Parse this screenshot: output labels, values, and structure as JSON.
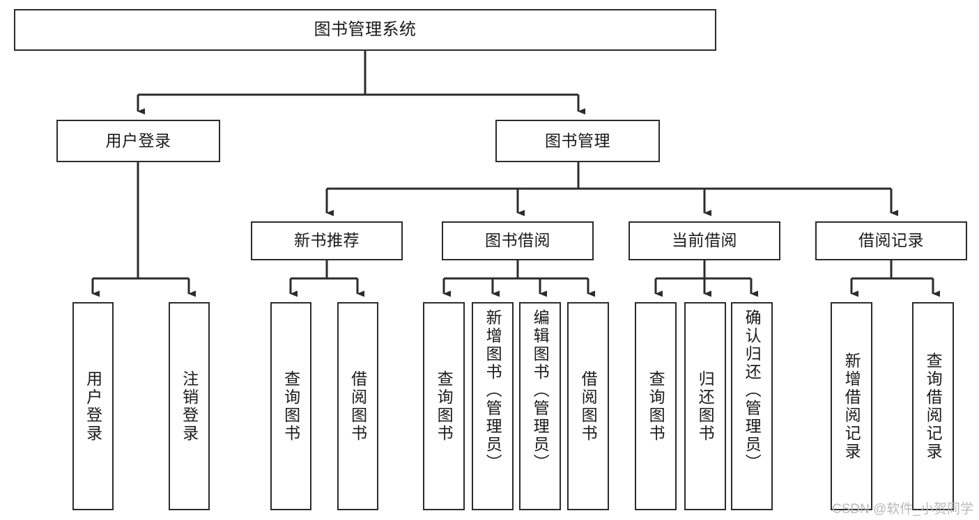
{
  "diagram": {
    "type": "tree",
    "title": "图书管理系统",
    "watermark": "CSDN @软件_小贺同学",
    "colors": {
      "box_border": "#2b2b2b",
      "box_fill": "#ffffff",
      "connector": "#2b2b2b",
      "text": "#1a1a1a",
      "watermark": "#b9b9b9"
    },
    "root": {
      "label": "图书管理系统"
    },
    "level2": [
      {
        "id": "user-login",
        "label": "用户登录"
      },
      {
        "id": "book-manage",
        "label": "图书管理"
      }
    ],
    "level3": [
      {
        "id": "new-book-recommend",
        "label": "新书推荐"
      },
      {
        "id": "book-borrow",
        "label": "图书借阅"
      },
      {
        "id": "current-borrow",
        "label": "当前借阅"
      },
      {
        "id": "borrow-record",
        "label": "借阅记录"
      }
    ],
    "leaves": {
      "user_login": [
        {
          "id": "leaf-user-login",
          "label": "用户登录"
        },
        {
          "id": "leaf-logout-login",
          "label": "注销登录"
        }
      ],
      "new_book_recommend": [
        {
          "id": "leaf-query-book-1",
          "label": "查询图书"
        },
        {
          "id": "leaf-borrow-book-1",
          "label": "借阅图书"
        }
      ],
      "book_borrow": [
        {
          "id": "leaf-query-book-2",
          "label": "查询图书"
        },
        {
          "id": "leaf-add-book",
          "label": "新增图书（管理员）"
        },
        {
          "id": "leaf-edit-book",
          "label": "编辑图书（管理员）"
        },
        {
          "id": "leaf-borrow-book-2",
          "label": "借阅图书"
        }
      ],
      "current_borrow": [
        {
          "id": "leaf-query-book-3",
          "label": "查询图书"
        },
        {
          "id": "leaf-return-book",
          "label": "归还图书"
        },
        {
          "id": "leaf-confirm-return",
          "label": "确认归还（管理员）"
        }
      ],
      "borrow_record": [
        {
          "id": "leaf-add-record",
          "label": "新增借阅记录"
        },
        {
          "id": "leaf-query-record",
          "label": "查询借阅记录"
        }
      ]
    }
  }
}
